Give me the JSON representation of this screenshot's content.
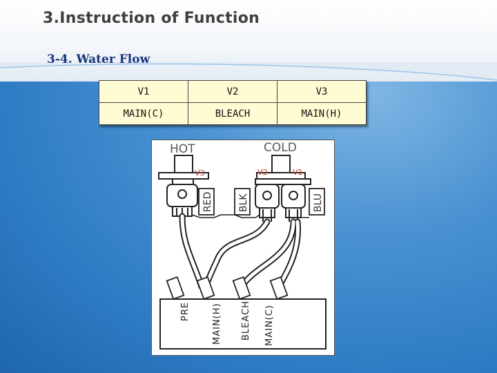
{
  "slide": {
    "title": "3.Instruction of Function",
    "subtitle": "3-4.  Water Flow"
  },
  "valve_table": {
    "rows": [
      [
        "V1",
        "V2",
        "V3"
      ],
      [
        "MAIN(C)",
        "BLEACH",
        "MAIN(H)"
      ]
    ]
  },
  "diagram": {
    "supply_labels": {
      "hot": "HOT",
      "cold": "COLD"
    },
    "valve_labels": {
      "v3": "V3",
      "v2": "V2",
      "v1": "V1"
    },
    "wire_labels": {
      "red": "RED",
      "blk": "BLK",
      "blu": "BLU"
    },
    "outlet_labels": {
      "pre": "PRE",
      "main_h": "MAIN(H)",
      "bleach": "BLEACH",
      "main_c": "MAIN(C)"
    }
  }
}
